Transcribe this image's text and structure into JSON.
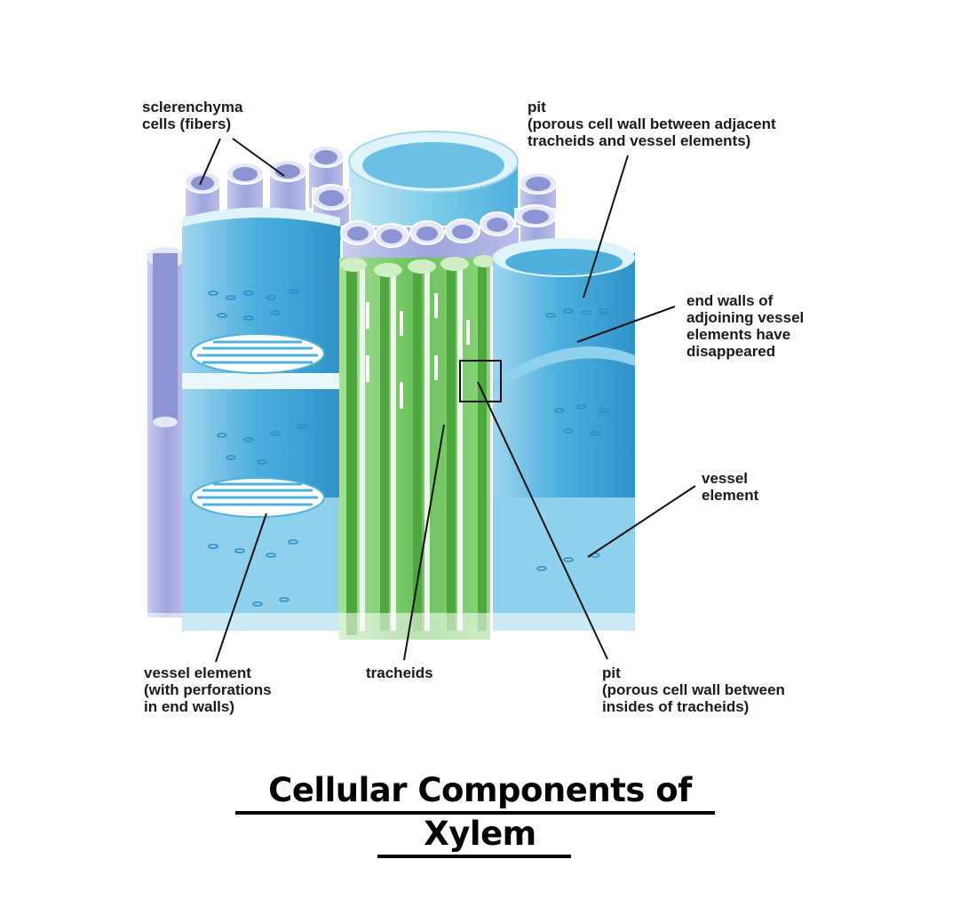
{
  "labels": {
    "sclerenchyma": "sclerenchyma\ncells (fibers)",
    "pit_top": "pit\n(porous cell wall between adjacent\ntracheids and vessel elements)",
    "end_walls": "end walls of\nadjoining vessel\nelements have\ndisappeared",
    "vessel_element_right": "vessel\nelement",
    "vessel_element_left": "vessel element\n(with perforations\nin end walls)",
    "tracheids": "tracheids",
    "pit_bottom": "pit\n(porous cell wall between\ninsides of tracheids)"
  },
  "title": {
    "line1": "Cellular Components of",
    "line2": "Xylem"
  },
  "colors": {
    "vessel": "#5ab4dc",
    "tracheid": "#7ccc6c",
    "fiber": "#a8aee0"
  }
}
